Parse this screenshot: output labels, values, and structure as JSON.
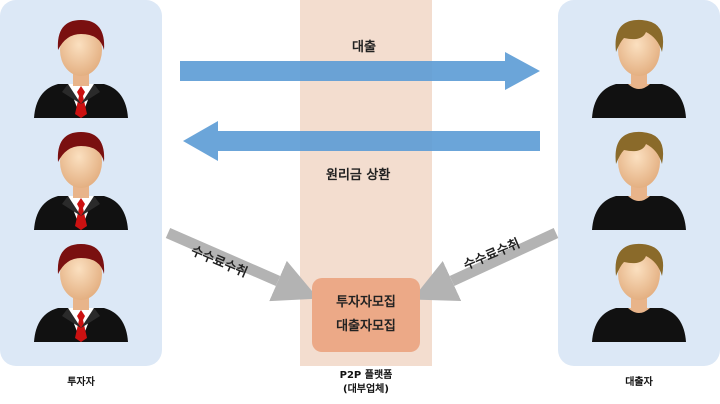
{
  "flows": {
    "loan_label": "대출",
    "repayment_label": "원리금 상환",
    "investor_fee_label": "수수료수취",
    "borrower_fee_label": "수수료수취"
  },
  "platform": {
    "line1": "투자자모집",
    "line2": "대출자모집",
    "caption_line1": "P2P 플랫폼",
    "caption_line2": "(대부업체)"
  },
  "investors": {
    "caption": "투자자",
    "count": 3
  },
  "borrowers": {
    "caption": "대출자",
    "count": 3
  },
  "colors": {
    "panel": "#dce8f6",
    "platform_band": "#f3ddcf",
    "platform_box": "#eca987",
    "money_arrow": "#5b9bd5",
    "fee_arrow": "#b3b3b3",
    "investor_hair": "#7a1010",
    "investor_tie": "#cc1111",
    "borrower_hair": "#8a6a2a"
  },
  "icons": {
    "investor": "businessman-icon",
    "borrower": "person-icon"
  }
}
